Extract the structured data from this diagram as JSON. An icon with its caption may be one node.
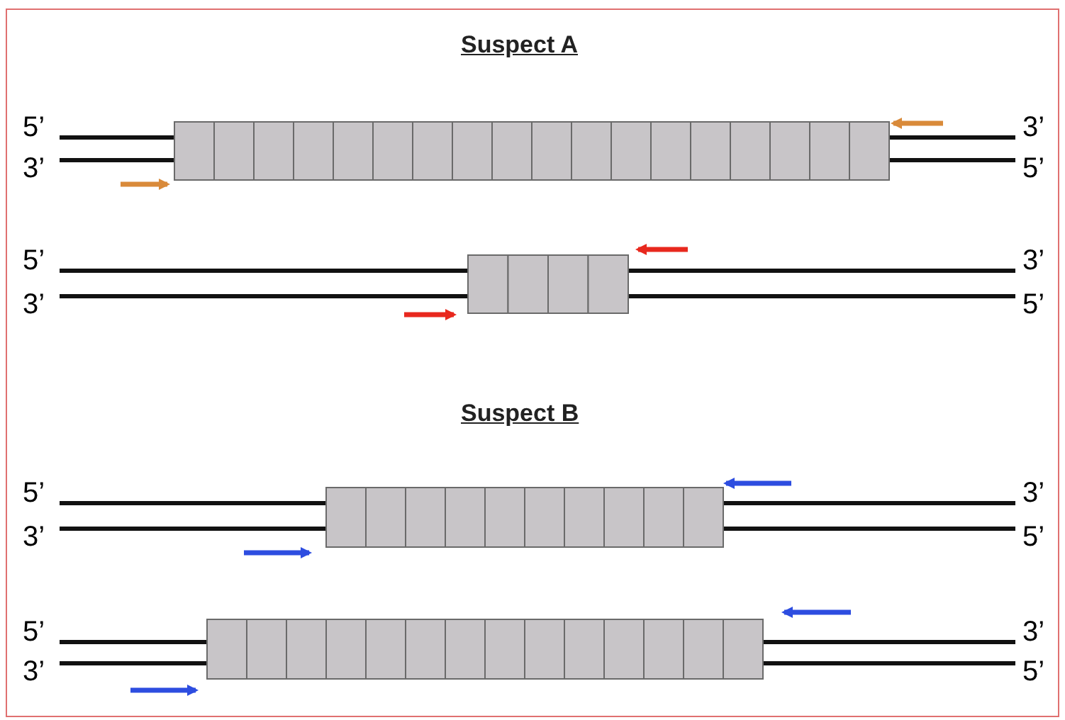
{
  "diagram": {
    "labels": [
      "Suspect A",
      "5’",
      "3’",
      "3’",
      "5’",
      "5’",
      "3’",
      "3’",
      "5’",
      "Suspect B",
      "5’",
      "3’",
      "3’",
      "5’",
      "5’",
      "3’",
      "3’",
      "5’"
    ]
  }
}
